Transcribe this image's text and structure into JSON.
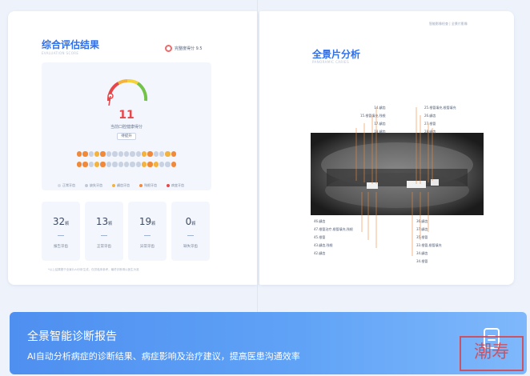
{
  "left_page": {
    "title": "综合评估结果",
    "subtitle": "EVALUATION SCORE",
    "badge": "完整度得分 9.5",
    "score": "11",
    "score_label": "当前口腔健康得分",
    "score_pill": "待提升",
    "legend": [
      {
        "label": "正常牙齿",
        "color": "#d5dbe6"
      },
      {
        "label": "缺失牙齿",
        "color": "#c0c8d6"
      },
      {
        "label": "龋齿牙齿",
        "color": "#f3b33d"
      },
      {
        "label": "残根牙齿",
        "color": "#f08a3a"
      },
      {
        "label": "病变牙齿",
        "color": "#e5474a"
      }
    ],
    "teeth_upper": [
      "o",
      "o",
      "g",
      "y",
      "o",
      "g",
      "g",
      "g",
      "g",
      "g",
      "g",
      "y",
      "o",
      "g",
      "g",
      "y",
      "o"
    ],
    "teeth_lower": [
      "o",
      "o",
      "g",
      "y",
      "o",
      "g",
      "g",
      "g",
      "g",
      "g",
      "g",
      "y",
      "o",
      "y",
      "g",
      "g",
      "o"
    ],
    "stats": [
      {
        "num": "32",
        "unit": "颗",
        "label": "报告牙齿"
      },
      {
        "num": "13",
        "unit": "颗",
        "label": "正常牙齿"
      },
      {
        "num": "19",
        "unit": "颗",
        "label": "异常牙齿"
      },
      {
        "num": "0",
        "unit": "颗",
        "label": "缺失牙齿"
      }
    ],
    "footnote": "*以上结果基于全景片AI分析生成，仅供临床参考，最终诊断请以医生为准"
  },
  "right_page": {
    "meta": "智能影像检查 | 全景片影像",
    "title": "全景片分析",
    "subtitle": "PANORAMIC CARIES",
    "tags_top_left": [
      "14.龋齿",
      "15.根管填充,残根",
      "17.龋齿",
      "18.龋齿"
    ],
    "tags_top_right": [
      "25.根管填充,根管填充",
      "26.龋齿",
      "27.根管",
      "28.龋齿"
    ],
    "tags_bottom_left": [
      "46.龋齿",
      "47.根管治疗,根管填充,残根",
      "45.根管",
      "43.龋齿,残根",
      "42.龋齿"
    ],
    "tags_bottom_right": [
      "36.龋齿",
      "37.龋齿",
      "35.根管",
      "33.根管,根管填充",
      "34.龋齿",
      "34.根管"
    ]
  },
  "banner": {
    "title": "全景智能诊断报告",
    "desc": "AI自动分析病症的诊断结果、病症影响及治疗建议，提高医患沟通效率",
    "icon": "document-icon"
  },
  "stamp": "潮寿"
}
